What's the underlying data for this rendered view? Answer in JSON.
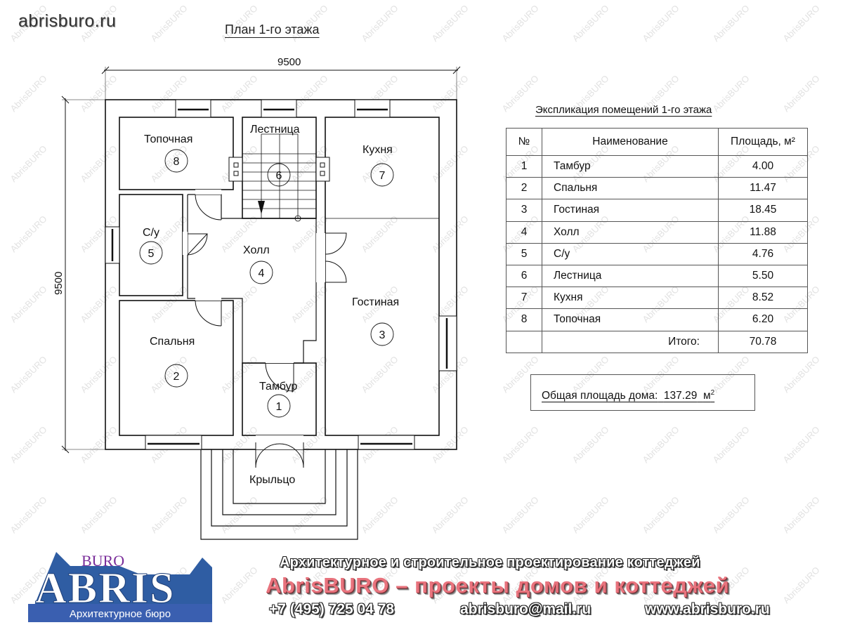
{
  "site_url": "abrisburo.ru",
  "plan": {
    "title": "План 1-го этажа",
    "dimension_width": "9500",
    "dimension_height": "9500",
    "rooms": [
      {
        "num": "1",
        "name": "Тамбур"
      },
      {
        "num": "2",
        "name": "Спальня"
      },
      {
        "num": "3",
        "name": "Гостиная"
      },
      {
        "num": "4",
        "name": "Холл"
      },
      {
        "num": "5",
        "name": "С/у"
      },
      {
        "num": "6",
        "name": "Лестница"
      },
      {
        "num": "7",
        "name": "Кухня"
      },
      {
        "num": "8",
        "name": "Топочная"
      }
    ],
    "porch_label": "Крыльцо"
  },
  "explication": {
    "title": "Экспликация помещений 1-го этажа",
    "headers": {
      "num": "№",
      "name": "Наименование",
      "area": "Площадь, м²"
    },
    "rows": [
      {
        "num": "1",
        "name": "Тамбур",
        "area": "4.00"
      },
      {
        "num": "2",
        "name": "Спальня",
        "area": "11.47"
      },
      {
        "num": "3",
        "name": "Гостиная",
        "area": "18.45"
      },
      {
        "num": "4",
        "name": "Холл",
        "area": "11.88"
      },
      {
        "num": "5",
        "name": "С/у",
        "area": "4.76"
      },
      {
        "num": "6",
        "name": "Лестница",
        "area": "5.50"
      },
      {
        "num": "7",
        "name": "Кухня",
        "area": "8.52"
      },
      {
        "num": "8",
        "name": "Топочная",
        "area": "6.20"
      }
    ],
    "total_label": "Итого:",
    "total_value": "70.78"
  },
  "house_total": {
    "label": "Общая площадь дома:",
    "value": "137.29",
    "unit": "м",
    "unit_sup": "2"
  },
  "logo": {
    "buro": "BURO",
    "abris": "ABRIS",
    "subtitle": "Архитектурное бюро",
    "colors": {
      "blue": "#2f5da3",
      "purple": "#7a2e9a",
      "banner": "#3a5fb0"
    }
  },
  "footer": {
    "tagline": "Архитектурное и строительное проектирование коттеджей",
    "headline": "AbrisBURO – проекты домов и коттеджей",
    "phone": "+7 (495) 725 04 78",
    "email": "abrisburo@mail.ru",
    "website": "www.abrisburo.ru",
    "headline_color": "#e8737d"
  },
  "watermark": "AbrisBURO"
}
